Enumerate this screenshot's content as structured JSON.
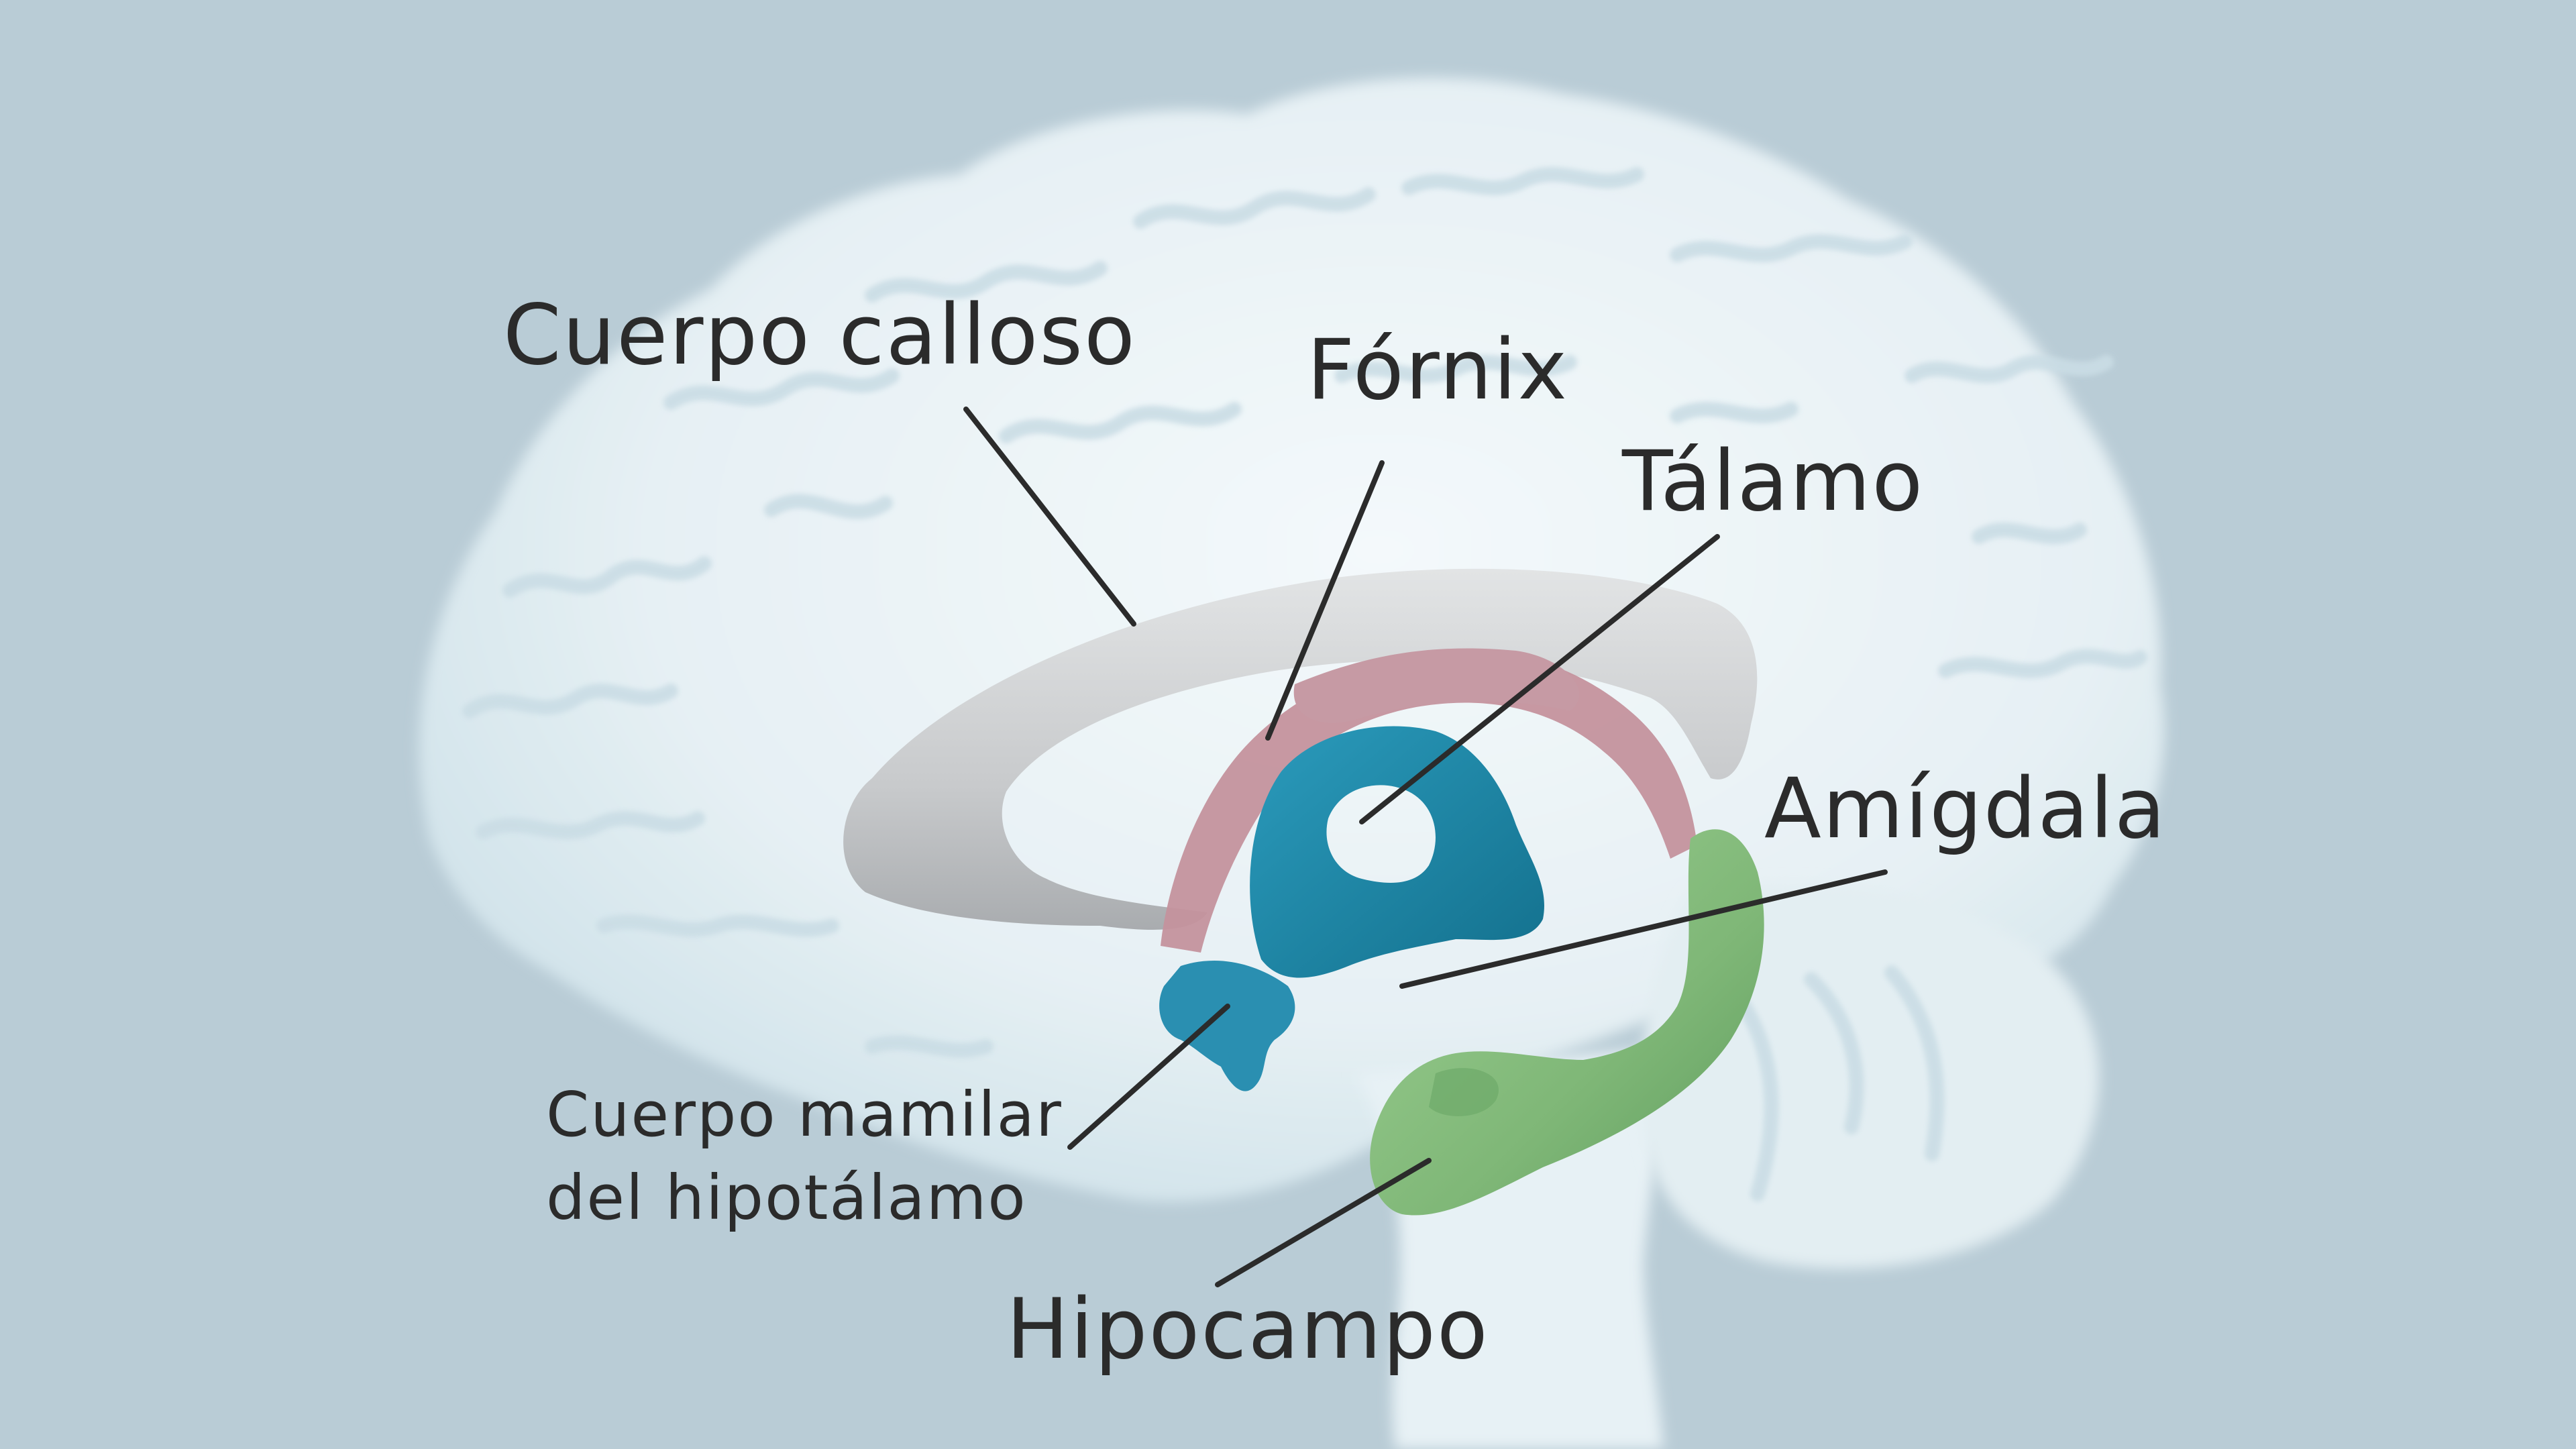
{
  "colors": {
    "background": "#b9ccd6",
    "brain": "#e9f2f5",
    "corpus_callosum": "#c9cbcd",
    "fornix": "#c4929d",
    "thalamus": "#1e89a8",
    "hypothalamus": "#2a8fb1",
    "hippocampus": "#83bd7c",
    "leader_line": "#2b2b2b",
    "label_text": "#2b2b2b"
  },
  "labels": {
    "corpus_callosum": "Cuerpo calloso",
    "fornix": "Fórnix",
    "thalamus": "Tálamo",
    "amygdala": "Amígdala",
    "mamillary_line1": "Cuerpo mamilar",
    "mamillary_line2": "del hipotálamo",
    "hippocampus": "Hipocampo"
  }
}
